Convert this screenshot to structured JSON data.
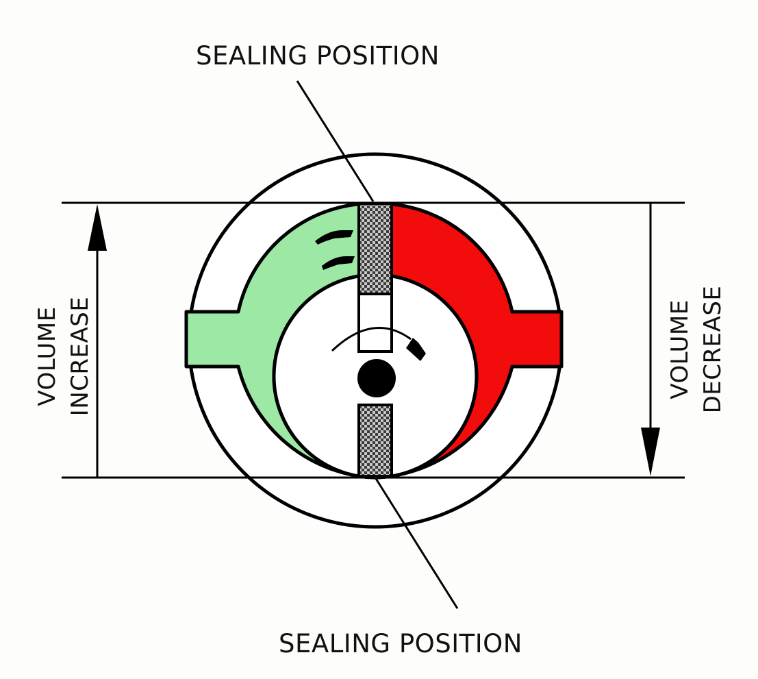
{
  "diagram": {
    "labels": {
      "top": "SEALING POSITION",
      "bottom": "SEALING POSITION",
      "left": [
        "VOLUME",
        "INCREASE"
      ],
      "right": [
        "VOLUME",
        "DECREASE"
      ]
    },
    "colors": {
      "suction_chamber": "#9ce8a4",
      "discharge_chamber": "#f20c0c",
      "outline": "#000000",
      "background": "#fdfdfc"
    },
    "icons": {
      "vane": "hatched-vane-icon",
      "shaft": "shaft-dot-icon",
      "rotation": "rotation-arrow-icon"
    }
  }
}
